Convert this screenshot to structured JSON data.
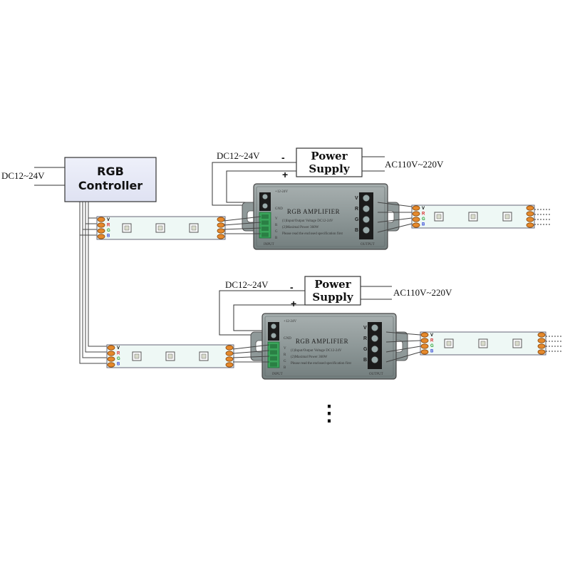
{
  "controller": {
    "title_line1": "RGB",
    "title_line2": "Controller",
    "input_label": "DC12~24V"
  },
  "amplifiers": [
    {
      "title": "RGB AMPLIFIER",
      "dc_label": "DC12~24V",
      "ac_label": "AC110V~220V",
      "psu_line1": "Power",
      "psu_line2": "Supply",
      "minus": "-",
      "plus": "+"
    },
    {
      "title": "RGB AMPLIFIER",
      "dc_label": "DC12~24V",
      "ac_label": "AC110V~220V",
      "psu_line1": "Power",
      "psu_line2": "Supply",
      "minus": "-",
      "plus": "+"
    }
  ],
  "amp_text": {
    "top_left": "+12-24V",
    "gnd": "GND",
    "spec1": "(1)Input/Output Voltage DC12-24V",
    "spec2": "(2)Maximal Power 360W",
    "spec3": "Please read the enclosed specification first",
    "input": "INPUT",
    "output": "OUTPUT"
  },
  "channels": [
    "V",
    "R",
    "G",
    "B"
  ],
  "channel_colors": {
    "V": "#000000",
    "R": "#d62020",
    "G": "#1f9d2a",
    "B": "#2a3fd6"
  },
  "continuation": "⋮"
}
